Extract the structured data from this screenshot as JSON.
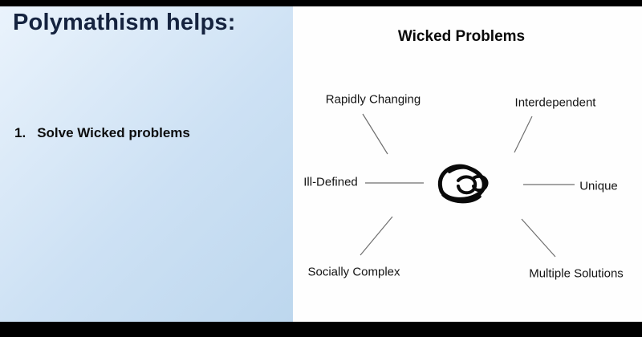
{
  "slide": {
    "title": "Polymathism helps:",
    "items": [
      {
        "number": "1.",
        "text": "Solve Wicked problems"
      }
    ]
  },
  "diagram": {
    "title": "Wicked Problems",
    "center_icon": "scribble-knot-icon",
    "nodes": [
      {
        "label": "Rapidly Changing",
        "position": "top-left"
      },
      {
        "label": "Interdependent",
        "position": "top-right"
      },
      {
        "label": "Ill-Defined",
        "position": "left"
      },
      {
        "label": "Unique",
        "position": "right"
      },
      {
        "label": "Socially Complex",
        "position": "bottom-left"
      },
      {
        "label": "Multiple Solutions",
        "position": "bottom-right"
      }
    ]
  },
  "colors": {
    "left_panel_gradient_start": "#eaf3fc",
    "left_panel_gradient_end": "#bdd7ee",
    "title_text": "#15233f",
    "body_text": "#0d0d0d",
    "right_panel_bg": "#fefefe",
    "connector_line": "#6f6f6f",
    "letterbox": "#000000"
  }
}
